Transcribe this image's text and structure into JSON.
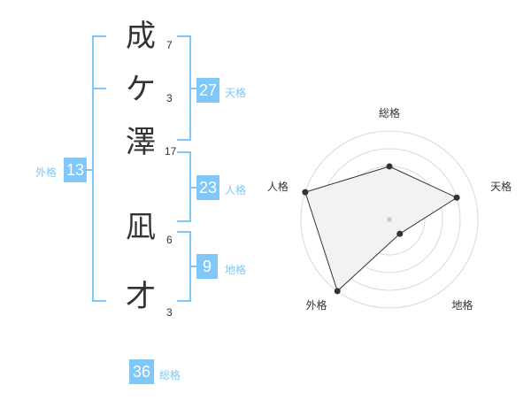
{
  "name": {
    "chars": [
      {
        "char": "成",
        "strokes": "7"
      },
      {
        "char": "ケ",
        "strokes": "3"
      },
      {
        "char": "澤",
        "strokes": "17"
      },
      {
        "char": "凪",
        "strokes": "6"
      },
      {
        "char": "才",
        "strokes": "3"
      }
    ]
  },
  "fortunes": {
    "tenkaku": {
      "value": "27",
      "label": "天格"
    },
    "jinkaku": {
      "value": "23",
      "label": "人格"
    },
    "chikaku": {
      "value": "9",
      "label": "地格"
    },
    "gaikaku": {
      "value": "13",
      "label": "外格"
    },
    "soukaku": {
      "value": "36",
      "label": "総格"
    }
  },
  "accent_color": "#7fc8f8",
  "chart_data": {
    "type": "radar",
    "axes": [
      "総格",
      "天格",
      "地格",
      "外格",
      "人格"
    ],
    "values": [
      3,
      4,
      1,
      5,
      5
    ],
    "max": 5,
    "rings": 5
  }
}
